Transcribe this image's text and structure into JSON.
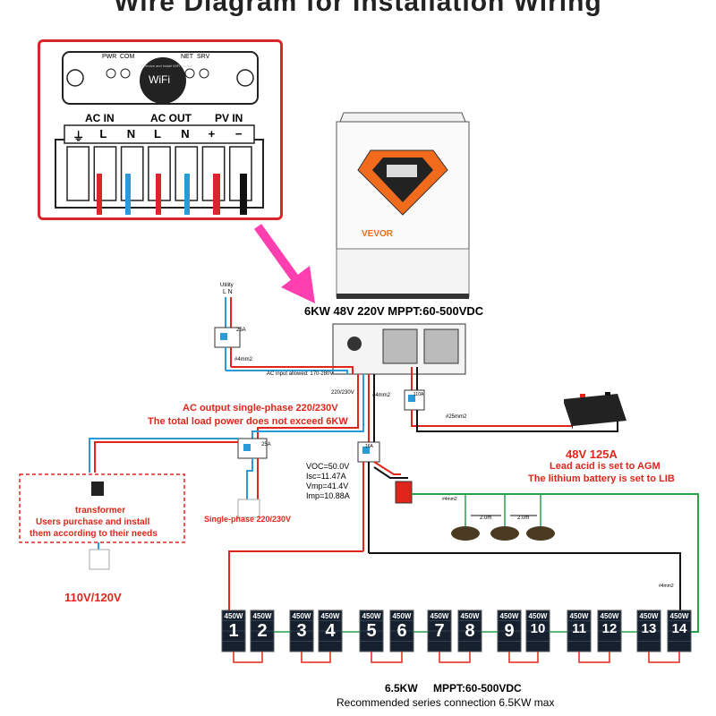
{
  "header": {
    "title_partial": "Wire Diagram for Installation Wiring"
  },
  "terminal_panel": {
    "indicators": [
      "PWR",
      "COM",
      "NET",
      "SRV"
    ],
    "wifi_label": "WiFi",
    "wifi_ring_text": "Remove and install WiFi module",
    "groups": [
      "AC IN",
      "AC OUT",
      "PV IN"
    ],
    "terminals": [
      "⏚",
      "L",
      "N",
      "L",
      "N",
      "+",
      "−"
    ]
  },
  "inverter": {
    "brand": "VEVOR",
    "model_label": "6KW 48V 220V MPPT:60-500VDC",
    "ac_input_note": "AC input allowed: 170-280V",
    "voltage_note": "220/230V"
  },
  "utility": {
    "label": "Utility",
    "lines": "L N",
    "breaker": "25A",
    "wire": "#4mm2"
  },
  "ac_output": {
    "line1": "AC output single-phase 220/230V",
    "line2": "The total load power does not exceed 6KW",
    "breaker": "25A",
    "socket_label": "Single-phase 220/230V"
  },
  "transformer": {
    "title": "transformer",
    "line1": "Users purchase and install",
    "line2": "them according to their needs",
    "socket_label": "110V/120V"
  },
  "battery": {
    "breaker": "110A",
    "wire": "#25mm2",
    "title": "48V 125A",
    "line1": "Lead acid is set to AGM",
    "line2": "The lithium battery is set to LIB"
  },
  "pv_specs": {
    "voc": "VOC=50.0V",
    "isc": "Isc=11.47A",
    "vmp": "Vmp=41.4V",
    "imp": "Imp=10.88A",
    "breaker": "16A",
    "wire": "#4mm2"
  },
  "grounding": {
    "wire": "#4mm2",
    "spacing": [
      "2.0m",
      "2.0m"
    ]
  },
  "panels": {
    "wattage": "450W",
    "numbers": [
      "1",
      "2",
      "3",
      "4",
      "5",
      "6",
      "7",
      "8",
      "9",
      "10",
      "11",
      "12",
      "13",
      "14"
    ],
    "wire": "#4mm2"
  },
  "footer": {
    "line1_power": "6.5KW",
    "line1_mppt": "MPPT:60-500VDC",
    "line2": "Recommended series connection 6.5KW max"
  },
  "colors": {
    "accent_red": "#e0261b",
    "frame_red": "#d9262c",
    "arrow_pink": "#ff3fb0",
    "wire_blue": "#2a9bd8",
    "wire_green": "#2aa04a"
  }
}
